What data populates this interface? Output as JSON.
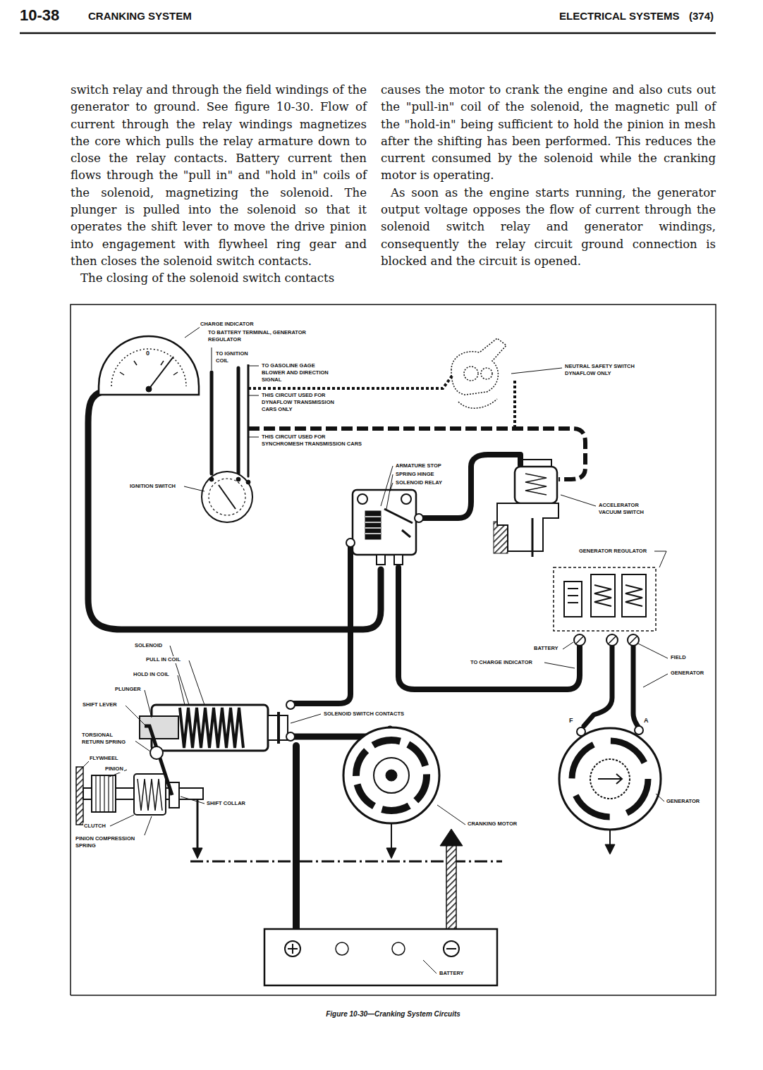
{
  "diagram": {
    "caption": "Figure 10-30—Cranking System Circuits",
    "labels": [
      "10-38",
      "CRANKING SYSTEM",
      "ELECTRICAL SYSTEMS",
      "(374)",
      "switch relay and through the field windings of the generator to ground. See figure 10-30. Flow of current through the relay windings magnetizes the core which pulls the relay armature down to close the relay contacts. Battery current then flows through the \"pull in\" and \"hold in\" coils of the solenoid, magnetizing the solenoid. The plunger is pulled into the solenoid so that it operates the shift lever to move the drive pinion into engagement with flywheel ring gear and then closes the solenoid switch contacts.",
      "The closing of the solenoid switch contacts",
      "causes the motor to crank the engine and also cuts out the \"pull-in\" coil of the solenoid, the magnetic pull of the \"hold-in\" being sufficient to hold the pinion in mesh after the shifting has been performed. This reduces the current consumed by the solenoid while the cranking motor is operating.",
      "As soon as the engine starts running, the generator output voltage opposes the flow of current through the solenoid switch relay and generator windings, consequently the relay circuit ground connection is blocked and the circuit is opened.",
      "CHARGE INDICATOR",
      "TO BATTERY TERMINAL, GENERATOR REGULATOR",
      "TO IGNITION COIL",
      "TO GASOLINE GAGE BLOWER AND DIRECTION SIGNAL",
      "THIS CIRCUIT USED FOR DYNAFLOW TRANSMISSION CARS ONLY",
      "THIS CIRCUIT USED FOR SYNCHROMESH TRANSMISSION CARS",
      "NEUTRAL SAFETY SWITCH DYNAFLOW ONLY",
      "0",
      "IGNITION SWITCH",
      "ARMATURE STOP",
      "SPRING HINGE",
      "SOLENOID RELAY",
      "ACCELERATOR VACUUM SWITCH",
      "GENERATOR REGULATOR",
      "BATTERY",
      "TO CHARGE INDICATOR",
      "FIELD",
      "GENERATOR",
      "SOLENOID",
      "PULL IN COIL",
      "HOLD IN COIL",
      "PLUNGER",
      "SHIFT LEVER",
      "SOLENOID SWITCH CONTACTS",
      "TORSIONAL RETURN SPRING",
      "FLYWHEEL",
      "PINION",
      "F",
      "A",
      "SHIFT COLLAR",
      "CLUTCH",
      "PINION COMPRESSION SPRING",
      "CRANKING MOTOR",
      "GENERATOR",
      "BATTERY"
    ]
  }
}
